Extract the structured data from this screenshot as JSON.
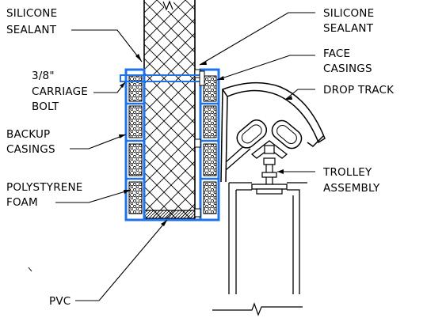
{
  "labels": {
    "silicone_sealant_left": [
      "SILICONE",
      "SEALANT"
    ],
    "carriage_bolt": [
      "3/8\"",
      "CARRIAGE",
      "BOLT"
    ],
    "backup_casings": [
      "BACKUP",
      "CASINGS"
    ],
    "polystyrene_foam": [
      "POLYSTYRENE",
      "FOAM"
    ],
    "pvc": "PVC",
    "silicone_sealant_right": [
      "SILICONE",
      "SEALANT"
    ],
    "face_casings": [
      "FACE",
      "CASINGS"
    ],
    "drop_track": "DROP TRACK",
    "trolley_assembly": [
      "TROLLEY",
      "ASSEMBLY"
    ]
  },
  "colors": {
    "line": "#000000",
    "casing_blue": "#1e73e8",
    "background": "#ffffff"
  }
}
